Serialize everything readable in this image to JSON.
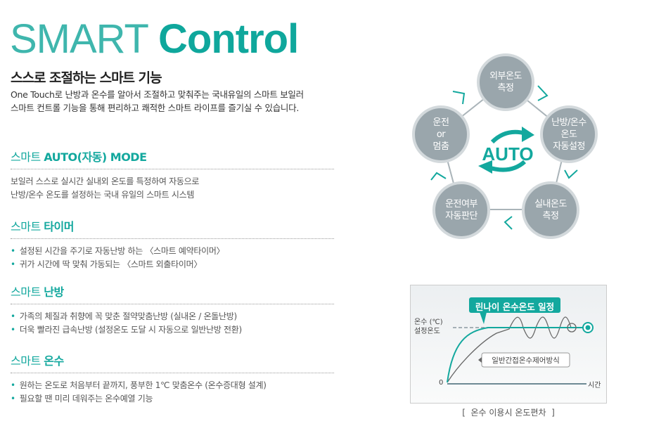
{
  "title": {
    "thin": "SMART",
    "bold": "Control"
  },
  "subtitle": "스스로 조절하는 스마트 기능",
  "intro": [
    "One Touch로 난방과 온수를 알아서 조절하고 맞춰주는 국내유일의 스마트 보일러",
    "스마트 컨트롤 기능을 통해 편리하고 쾌적한 스마트 라이프를 즐기실 수 있습니다."
  ],
  "sections": [
    {
      "prefix": "스마트 ",
      "title": "AUTO(자동) MODE",
      "lines": [
        "보일러 스스로 실시간 실내외 온도를 특정하여 자동으로",
        "난방/온수 온도를 설정하는 국내 유일의 스마트 시스템"
      ]
    },
    {
      "prefix": "스마트 ",
      "title": "타이머",
      "items": [
        "설정된 시간을 주기로 자동난방 하는 〈스마트 예약타이머〉",
        "귀가 시간에 딱 맞춰 가동되는 〈스마트 외출타이머〉"
      ]
    },
    {
      "prefix": "스마트 ",
      "title": "난방",
      "items": [
        "가족의 체질과 취향에 꼭 맞춘 절약맞춤난방 (실내온 / 온돌난방)",
        "더욱 빨라진 급속난방 (설정온도 도달 시 자동으로 일반난방 전환)"
      ]
    },
    {
      "prefix": "스마트 ",
      "title": "온수",
      "items": [
        "원하는 온도로 처음부터 끝까지, 풍부한 1℃ 맞춤온수 (온수증대형 설계)",
        "필요할 땐 미리 데워주는 온수예열 기능"
      ]
    }
  ],
  "cycle": {
    "center": "AUTO",
    "nodes": [
      "외부온도\n측정",
      "난방/온수\n온도\n자동설정",
      "실내온도\n측정",
      "운전여부\n자동판단",
      "운전\nor\n멈춤"
    ]
  },
  "graph": {
    "callout": "린나이 온수온도 일정",
    "ylabel": "온수 (℃)\n설정온도",
    "zero": "0",
    "xlabel": "시간",
    "legend": "일반간접온수제어방식",
    "caption": "[  온수 이용시 온도편차  ]"
  },
  "colors": {
    "accent": "#13a89e",
    "node": "#9aa6ac"
  }
}
